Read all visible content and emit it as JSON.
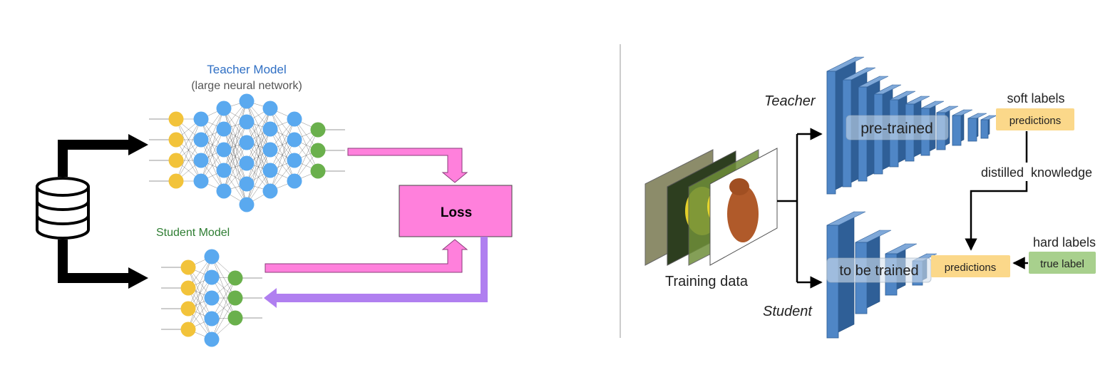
{
  "left_panel": {
    "teacher_title": "Teacher Model",
    "teacher_subtitle": "(large neural network)",
    "student_title": "Student Model",
    "loss_label": "Loss"
  },
  "right_panel": {
    "teacher_label": "Teacher",
    "student_label": "Student",
    "pretrained_label": "pre-trained",
    "to_be_trained_label": "to be trained",
    "training_data_label": "Training data",
    "soft_labels_label": "soft labels",
    "predictions_teacher_label": "predictions",
    "predictions_student_label": "predictions",
    "distilled_knowledge_label": "distilled  knowledge",
    "hard_labels_label": "hard labels",
    "true_label_label": "true label"
  },
  "colors": {
    "teacher_title": "#2f6fc4",
    "student_title": "#2e7d32",
    "input_node": "#f2c33a",
    "hidden_node": "#5aa9ef",
    "output_node": "#6ab04c",
    "loss_box": "#ff80dc",
    "pink_arrow": "#ff80dc",
    "purple_arrow": "#b07ff0",
    "block_blue": "#4f86c6",
    "prediction_box": "#fbd88a",
    "true_label_box": "#a8d08d"
  }
}
